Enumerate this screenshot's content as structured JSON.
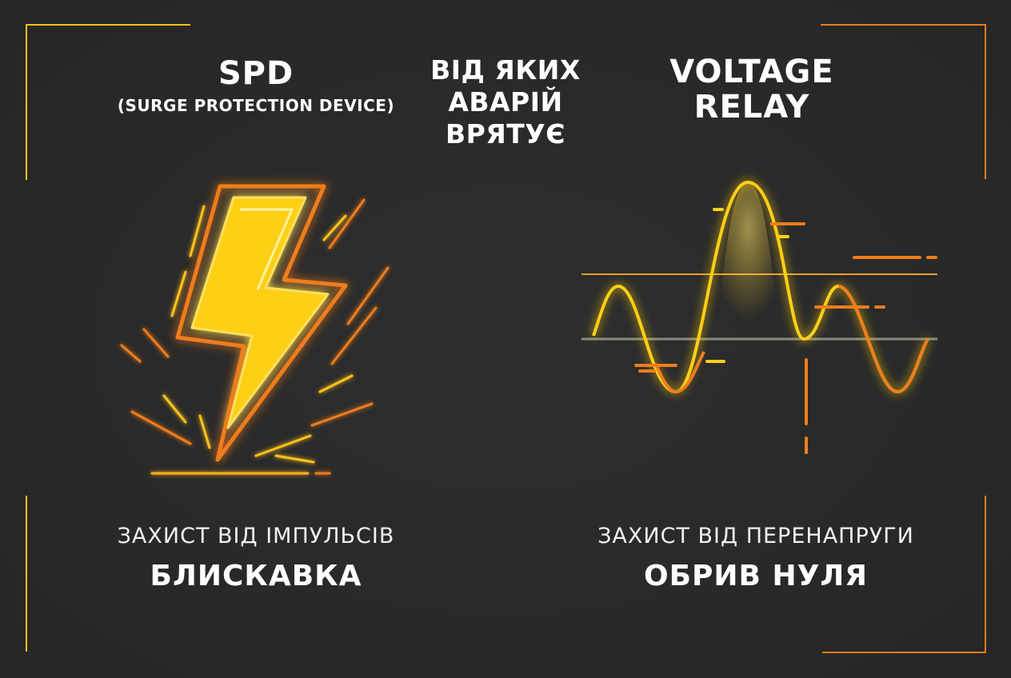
{
  "colors": {
    "background": "#2a2a2a",
    "yellow": "#ffd21a",
    "orange": "#ef7d1c",
    "white": "#ffffff"
  },
  "left": {
    "title": "SPD",
    "subtitle": "(SURGE PROTECTION DEVICE)",
    "caption": "ЗАХИСТ ВІД ІМПУЛЬСІВ",
    "label": "БЛИСКАВКА",
    "icon": "lightning-bolt-icon"
  },
  "center": {
    "title_lines": [
      "ВІД ЯКИХ",
      "АВАРІЙ",
      "ВРЯТУЄ"
    ]
  },
  "right": {
    "title_lines": [
      "VOLTAGE",
      "RELAY"
    ],
    "caption": "ЗАХИСТ ВІД ПЕРЕНАПРУГИ",
    "label": "ОБРИВ НУЛЯ",
    "icon": "voltage-wave-icon"
  }
}
